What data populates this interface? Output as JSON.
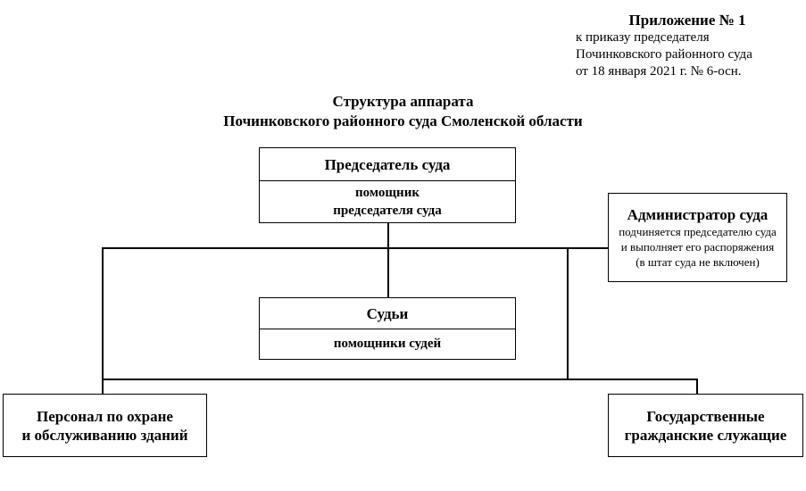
{
  "header": {
    "appendix_title": "Приложение № 1",
    "lines": [
      "к приказу председателя",
      "Починковского районного суда",
      "от 18 января 2021 г. № 6-осн."
    ]
  },
  "title": {
    "line1": "Структура аппарата",
    "line2": "Починковского районного суда Смоленской области"
  },
  "nodes": {
    "chairman": {
      "head": "Председатель суда",
      "sub_line1": "помощник",
      "sub_line2": "председателя суда"
    },
    "judges": {
      "head": "Судьи",
      "sub": "помощники судей"
    },
    "administrator": {
      "head": "Администратор суда",
      "line1": "подчиняется председателю суда",
      "line2": "и выполняет его  распоряжения",
      "line3": "(в штат суда не включен)"
    },
    "security_staff": {
      "line1": "Персонал по охране",
      "line2": "и обслуживанию зданий"
    },
    "civil_servants": {
      "line1": "Государственные",
      "line2": "гражданские служащие"
    }
  },
  "colors": {
    "line": "#000000",
    "text": "#000000",
    "background": "#ffffff"
  }
}
